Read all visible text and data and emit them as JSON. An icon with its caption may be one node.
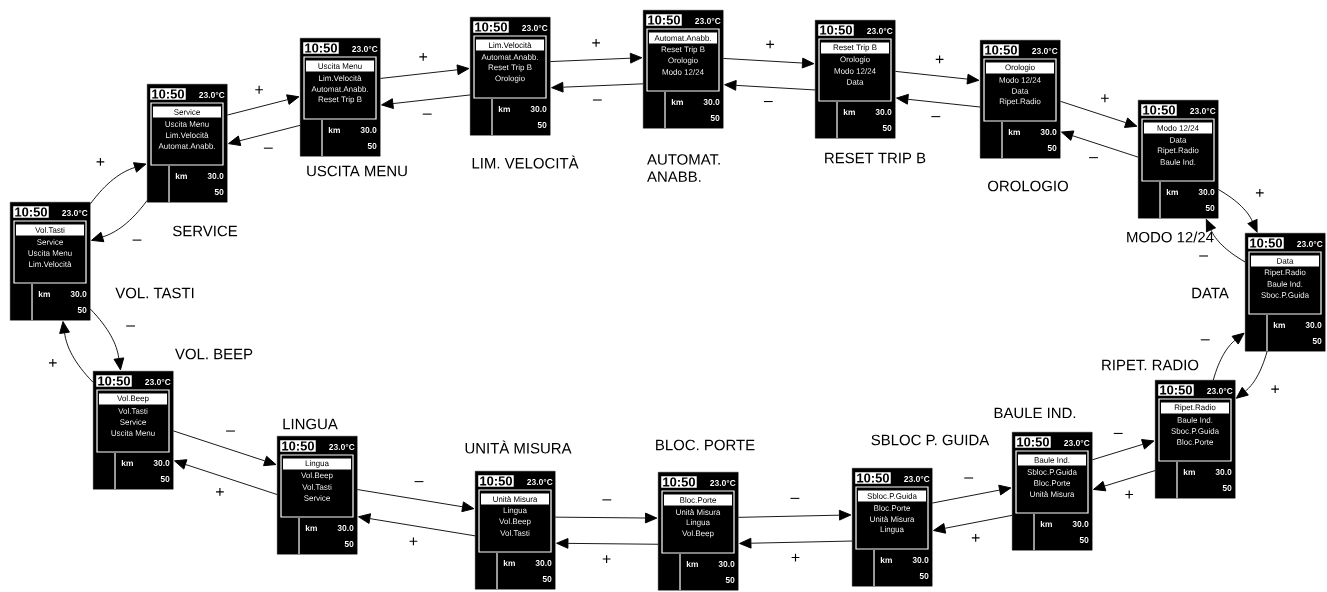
{
  "diagram": {
    "nodes": [
      {
        "text": [
          "10:50",
          "23.0°C",
          "Vol.Tasti",
          "Service",
          "Uscita Menu",
          "Lim.Velocità",
          "km",
          "30.0",
          "50"
        ],
        "beside": [
          "VOL. TASTI"
        ]
      },
      {
        "text": [
          "10:50",
          "23.0°C",
          "Service",
          "Uscita Menu",
          "Lim.Velocità",
          "Automat.Anabb.",
          "km",
          "30.0",
          "50"
        ],
        "beside": [
          "SERVICE"
        ]
      },
      {
        "text": [
          "10:50",
          "23.0°C",
          "Uscita Menu",
          "Lim.Velocità",
          "Automat.Anabb.",
          "Reset Trip B",
          "km",
          "30.0",
          "50"
        ],
        "beside": [
          "USCITA MENU"
        ]
      },
      {
        "text": [
          "10:50",
          "23.0°C",
          "Lim.Velocità",
          "Automat.Anabb.",
          "Reset Trip B",
          "Orologio",
          "km",
          "30.0",
          "50"
        ],
        "beside": [
          "LIM. VELOCITÀ"
        ]
      },
      {
        "text": [
          "10:50",
          "23.0°C",
          "Automat.Anabb.",
          "Reset Trip B",
          "Orologio",
          "Modo 12/24",
          "km",
          "30.0",
          "50"
        ],
        "beside": [
          "AUTOMAT. ANABB."
        ]
      },
      {
        "text": [
          "10:50",
          "23.0°C",
          "Reset Trip B",
          "Orologio",
          "Modo 12/24",
          "Data",
          "km",
          "30.0",
          "50"
        ],
        "beside": [
          "RESET TRIP B"
        ]
      },
      {
        "text": [
          "10:50",
          "23.0°C",
          "Orologio",
          "Modo 12/24",
          "Data",
          "Ripet.Radio",
          "km",
          "30.0",
          "50"
        ],
        "beside": [
          "OROLOGIO"
        ]
      },
      {
        "text": [
          "10:50",
          "23.0°C",
          "Modo 12/24",
          "Data",
          "Ripet.Radio",
          "Baule Ind.",
          "km",
          "30.0",
          "50"
        ],
        "beside": [
          "MODO 12/24"
        ]
      },
      {
        "text": [
          "10:50",
          "23.0°C",
          "Data",
          "Ripet.Radio",
          "Baule Ind.",
          "Sboc.P.Guida",
          "km",
          "30.0",
          "50"
        ],
        "beside": [
          "DATA"
        ]
      },
      {
        "text": [
          "10:50",
          "23.0°C",
          "Ripet.Radio",
          "Baule Ind.",
          "Sboc.P.Guida",
          "Bloc.Porte",
          "km",
          "30.0",
          "50"
        ],
        "beside": [
          "RIPET. RADIO"
        ]
      },
      {
        "text": [
          "10:50",
          "23.0°C",
          "Baule Ind.",
          "Sbloc.P.Guida",
          "Bloc.Porte",
          "Unità Misura",
          "km",
          "30.0",
          "50"
        ],
        "beside": [
          "BAULE IND."
        ]
      },
      {
        "text": [
          "10:50",
          "23.0°C",
          "Sbloc.P.Guida",
          "Bloc.Porte",
          "Unità Misura",
          "Lingua",
          "km",
          "30.0",
          "50"
        ],
        "beside": [
          "SBLOC P. GUIDA"
        ]
      },
      {
        "text": [
          "10:50",
          "23.0°C",
          "Bloc.Porte",
          "Unità Misura",
          "Lingua",
          "Vol.Beep",
          "km",
          "30.0",
          "50"
        ],
        "beside": [
          "BLOC. PORTE"
        ]
      },
      {
        "text": [
          "10:50",
          "23.0°C",
          "Unità Misura",
          "Lingua",
          "Vol.Beep",
          "Vol.Tasti",
          "km",
          "30.0",
          "50"
        ],
        "beside": [
          "UNITÀ MISURA"
        ]
      },
      {
        "text": [
          "10:50",
          "23.0°C",
          "Lingua",
          "Vol.Beep",
          "Vol.Tasti",
          "Service",
          "km",
          "30.0",
          "50"
        ],
        "beside": [
          "LINGUA"
        ]
      },
      {
        "text": [
          "10:50",
          "23.0°C",
          "Vol.Beep",
          "Vol.Tasti",
          "Service",
          "Uscita Menu",
          "km",
          "30.0",
          "50"
        ],
        "beside": [
          "VOL. BEEP"
        ]
      }
    ],
    "edges": [
      {
        "from": 0,
        "to": 1,
        "arrow": "to",
        "label": "+"
      },
      {
        "from": 1,
        "to": 0,
        "arrow": "to",
        "label": "–"
      },
      {
        "from": 1,
        "to": 2,
        "arrow": "to",
        "label": "+"
      },
      {
        "from": 2,
        "to": 1,
        "arrow": "to",
        "label": "–"
      },
      {
        "from": 2,
        "to": 3,
        "arrow": "to",
        "label": "+"
      },
      {
        "from": 3,
        "to": 2,
        "arrow": "to",
        "label": "–"
      },
      {
        "from": 3,
        "to": 4,
        "arrow": "to",
        "label": "+"
      },
      {
        "from": 4,
        "to": 3,
        "arrow": "to",
        "label": "–"
      },
      {
        "from": 4,
        "to": 5,
        "arrow": "to",
        "label": "+"
      },
      {
        "from": 5,
        "to": 4,
        "arrow": "to",
        "label": "–"
      },
      {
        "from": 5,
        "to": 6,
        "arrow": "to",
        "label": "+"
      },
      {
        "from": 6,
        "to": 5,
        "arrow": "to",
        "label": "–"
      },
      {
        "from": 6,
        "to": 7,
        "arrow": "to",
        "label": "+"
      },
      {
        "from": 7,
        "to": 6,
        "arrow": "to",
        "label": "–"
      },
      {
        "from": 7,
        "to": 8,
        "arrow": "to",
        "label": "+"
      },
      {
        "from": 8,
        "to": 7,
        "arrow": "to",
        "label": "–"
      },
      {
        "from": 8,
        "to": 9,
        "arrow": "to",
        "label": "+"
      },
      {
        "from": 9,
        "to": 8,
        "arrow": "to",
        "label": "–"
      },
      {
        "from": 9,
        "to": 10,
        "arrow": "to",
        "label": "+"
      },
      {
        "from": 10,
        "to": 9,
        "arrow": "to",
        "label": "–"
      },
      {
        "from": 10,
        "to": 11,
        "arrow": "to",
        "label": "+"
      },
      {
        "from": 11,
        "to": 10,
        "arrow": "to",
        "label": "–"
      },
      {
        "from": 11,
        "to": 12,
        "arrow": "to",
        "label": "+"
      },
      {
        "from": 12,
        "to": 11,
        "arrow": "to",
        "label": "–"
      },
      {
        "from": 12,
        "to": 13,
        "arrow": "to",
        "label": "+"
      },
      {
        "from": 13,
        "to": 12,
        "arrow": "to",
        "label": "–"
      },
      {
        "from": 13,
        "to": 14,
        "arrow": "to",
        "label": "+"
      },
      {
        "from": 14,
        "to": 13,
        "arrow": "to",
        "label": "–"
      },
      {
        "from": 14,
        "to": 15,
        "arrow": "to",
        "label": "+"
      },
      {
        "from": 15,
        "to": 14,
        "arrow": "to",
        "label": "–"
      },
      {
        "from": 15,
        "to": 0,
        "arrow": "to",
        "label": "+"
      },
      {
        "from": 0,
        "to": 15,
        "arrow": "to",
        "label": "–"
      }
    ]
  }
}
